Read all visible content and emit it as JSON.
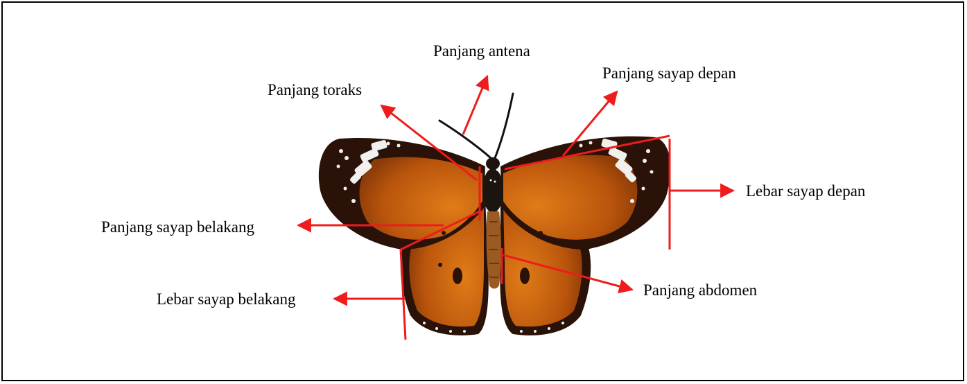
{
  "labels": {
    "antenna_length": "Panjang antena",
    "thorax_length": "Panjang toraks",
    "forewing_length": "Panjang sayap depan",
    "forewing_width": "Lebar sayap depan",
    "hindwing_length": "Panjang sayap belakang",
    "hindwing_width": "Lebar sayap belakang",
    "abdomen_length": "Panjang abdomen"
  },
  "colors": {
    "annotation": "#ee1c1c",
    "wing_orange": "#c8620f",
    "wing_border": "#2a1208",
    "spot_white": "#f2f0ee",
    "body_dark": "#1b140f"
  }
}
